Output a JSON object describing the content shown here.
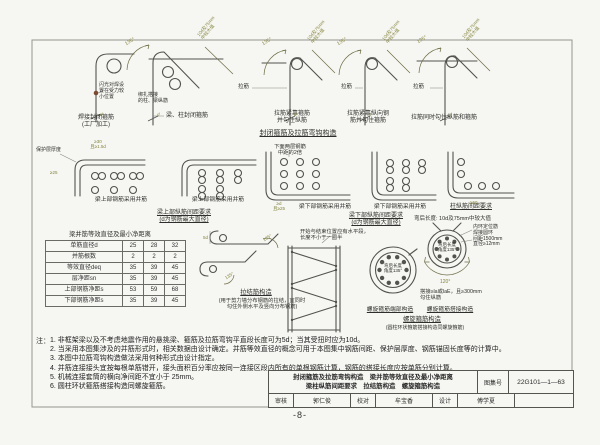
{
  "colors": {
    "paper": "#f6f6f2",
    "line": "#52524e",
    "dim_text": "#84843e",
    "frame": "#96968f"
  },
  "row1": {
    "title": "封闭箍筋及拉筋弯钩构造",
    "weld_note": "闪光对焊设\n置在受力较\n小位置",
    "caption_welded": "焊接封闭箍筋\n(工厂加工)",
    "caption_beam_col": "梁、柱封闭箍筋",
    "lap_note": "绑扎搭接\n的柱、梁纵筋",
    "angle": "135°",
    "bend_dim": "10d及75mm\n中较大值",
    "tie_label": "拉筋",
    "caption_tie1": "拉筋紧靠箍筋\n并勾住纵筋",
    "caption_tie2": "拉筋紧靠纵向钢\n筋并勾住箍筋",
    "caption_tie3": "拉筋同时勾住纵筋和箍筋",
    "d_dim": "d"
  },
  "row2": {
    "cover_label": "保护层厚度",
    "top_dim": "≥30\n且≥1.5d",
    "side_dim": "≥25",
    "caption_upper1": "梁上部钢筋采用并筋",
    "caption_upper2": "梁上部钢筋采用并筋",
    "upper_title": "梁上部纵筋间距要求\n(d为钢筋最大直径)",
    "mid_note": "下面两层钢筋\n中距的2倍",
    "bottom_dim": "≥d\n且≥25",
    "caption_lower1": "梁下部钢筋采用并筋",
    "caption_lower2": "梁下部钢筋采用并筋",
    "lower_title": "梁下部纵筋间距要求\n(d为钢筋最大直径)",
    "column_title": "柱纵筋间距要求",
    "col_dim": "≥50"
  },
  "table": {
    "title": "梁并筋等效直径及最小净距离",
    "rows": [
      {
        "label": "单筋直径d",
        "v": [
          "25",
          "28",
          "32"
        ]
      },
      {
        "label": "并筋根数",
        "v": [
          "2",
          "2",
          "2"
        ]
      },
      {
        "label": "等效直径deq",
        "v": [
          "35",
          "39",
          "45"
        ]
      },
      {
        "label": "层净距sn",
        "v": [
          "35",
          "39",
          "45"
        ]
      },
      {
        "label": "上部钢筋净距s",
        "v": [
          "53",
          "59",
          "68"
        ]
      },
      {
        "label": "下部钢筋净距s",
        "v": [
          "35",
          "39",
          "45"
        ]
      }
    ]
  },
  "tie": {
    "title": "拉结筋构造",
    "caption": "(用于剪力墙分布钢筋的拉结，宜同时\n勾住外侧水平及竖向分布钢筋)",
    "dim_5d": "5d",
    "angle": "135°"
  },
  "spiral": {
    "start_note": "开始与结束位置应有水平段，\n长度不小于一圈半",
    "bend_note": "弯后长度: 10d及75mm中较大值",
    "ring_note": "内环定位筋\n焊接圆环\n间距1500mm\n直径≥12mm",
    "circle_label": "弯后长度\n角度135°",
    "arc_label": "120°",
    "lap_note": "搭接≥la或laE，且≥300mm\n勾住纵筋",
    "end_caption": "螺旋箍筋端部构造",
    "lap_caption": "螺旋箍筋搭接构造",
    "title": "螺旋箍筋构造",
    "subtitle": "(圆柱环状箍筋搭接构造同螺旋箍筋)"
  },
  "notes": {
    "label": "注：",
    "items": [
      "1. 非框架梁以及不考虑地震作用的悬挑梁、箍筋及拉筋弯钩平直段长度可为5d；当其受扭时应为10d。",
      "2. 当采用本图集涉及的并筋形式时，相关数据由设计确定。并筋等效直径的概念可用于本图集中钢筋间距、保护层厚度、钢筋锚固长度等的计算中。",
      "3. 本图中拉筋弯钩构造做法采用何种形式由设计指定。",
      "4. 并筋连接接头宜按每根单筋错开，接头面积百分率应按同一连接区段内所有的单根钢筋计算，钢筋的搭接长度应按单筋分别计算。",
      "5. 机械连接套筒的横向净间距不宜小于 25mm。",
      "6. 圆柱环状箍筋搭接构造同螺旋箍筋。"
    ]
  },
  "titleblock": {
    "line1": "封闭箍筋及拉筋弯钩构造　梁并筋等效直径及最小净距离",
    "line2": "梁柱纵筋间距要求　拉结筋构造　螺旋箍筋构造",
    "atlas_label": "图集号",
    "atlas_no": "22G101—1—63",
    "review_label": "审核",
    "review_name": "郭仁俊",
    "check_label": "校对",
    "check_name": "牟宝香",
    "design_label": "设计",
    "design_name": "傅学夏"
  },
  "page_number": "-8-"
}
